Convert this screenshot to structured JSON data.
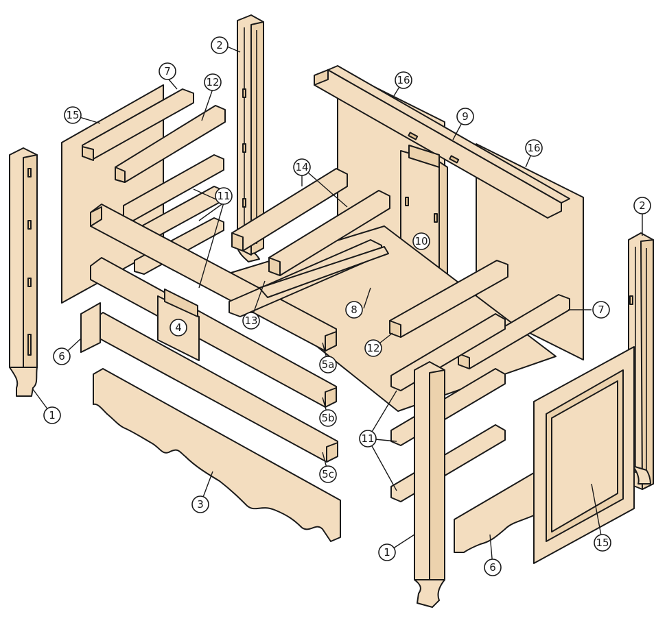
{
  "callouts": [
    {
      "id": "c1a",
      "label": "1"
    },
    {
      "id": "c1b",
      "label": "1"
    },
    {
      "id": "c2a",
      "label": "2"
    },
    {
      "id": "c2b",
      "label": "2"
    },
    {
      "id": "c3",
      "label": "3"
    },
    {
      "id": "c4",
      "label": "4"
    },
    {
      "id": "c5a",
      "label": "5a"
    },
    {
      "id": "c5b",
      "label": "5b"
    },
    {
      "id": "c5c",
      "label": "5c"
    },
    {
      "id": "c6a",
      "label": "6"
    },
    {
      "id": "c6b",
      "label": "6"
    },
    {
      "id": "c7a",
      "label": "7"
    },
    {
      "id": "c7b",
      "label": "7"
    },
    {
      "id": "c8",
      "label": "8"
    },
    {
      "id": "c9",
      "label": "9"
    },
    {
      "id": "c10",
      "label": "10"
    },
    {
      "id": "c11a",
      "label": "11"
    },
    {
      "id": "c11b",
      "label": "11"
    },
    {
      "id": "c12a",
      "label": "12"
    },
    {
      "id": "c12b",
      "label": "12"
    },
    {
      "id": "c13",
      "label": "13"
    },
    {
      "id": "c14",
      "label": "14"
    },
    {
      "id": "c15a",
      "label": "15"
    },
    {
      "id": "c15b",
      "label": "15"
    },
    {
      "id": "c16a",
      "label": "16"
    },
    {
      "id": "c16b",
      "label": "16"
    }
  ]
}
